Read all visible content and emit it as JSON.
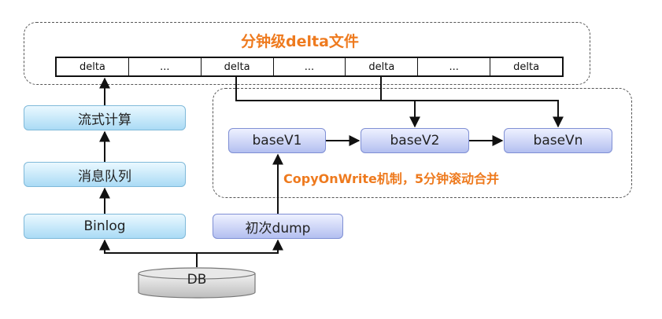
{
  "delta_region": {
    "title": "分钟级delta文件",
    "cells": [
      "delta",
      "...",
      "delta",
      "...",
      "delta",
      "...",
      "delta"
    ]
  },
  "pipeline": {
    "stream_compute": "流式计算",
    "message_queue": "消息队列",
    "binlog": "Binlog"
  },
  "initial_dump": "初次dump",
  "base_region": {
    "base_v1": "baseV1",
    "base_v2": "baseV2",
    "base_vn": "baseVn",
    "caption": "CopyOnWrite机制，5分钟滚动合并"
  },
  "db_label": "DB",
  "colors": {
    "accent_orange": "#ee7a1e",
    "cyan_box": "#aadbf5",
    "blue_box": "#b3bff0",
    "line": "#111111"
  }
}
